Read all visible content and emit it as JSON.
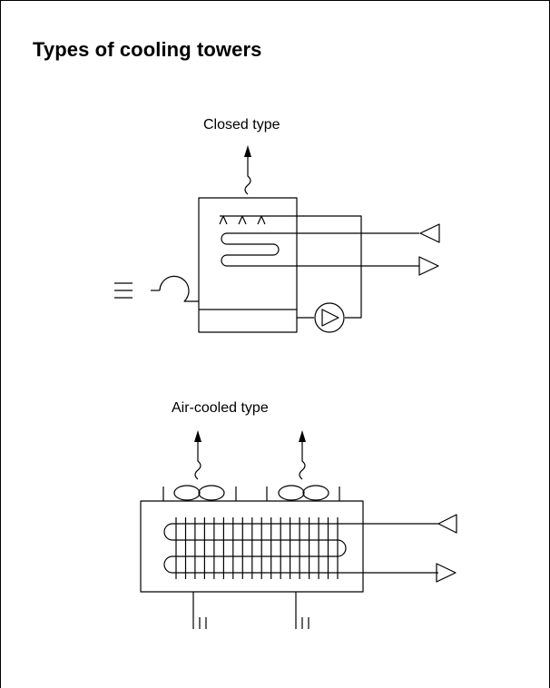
{
  "page": {
    "title": "Types of cooling towers"
  },
  "diagrams": {
    "closed_type": {
      "label": "Closed type"
    },
    "air_cooled_type": {
      "label": "Air-cooled type"
    }
  }
}
